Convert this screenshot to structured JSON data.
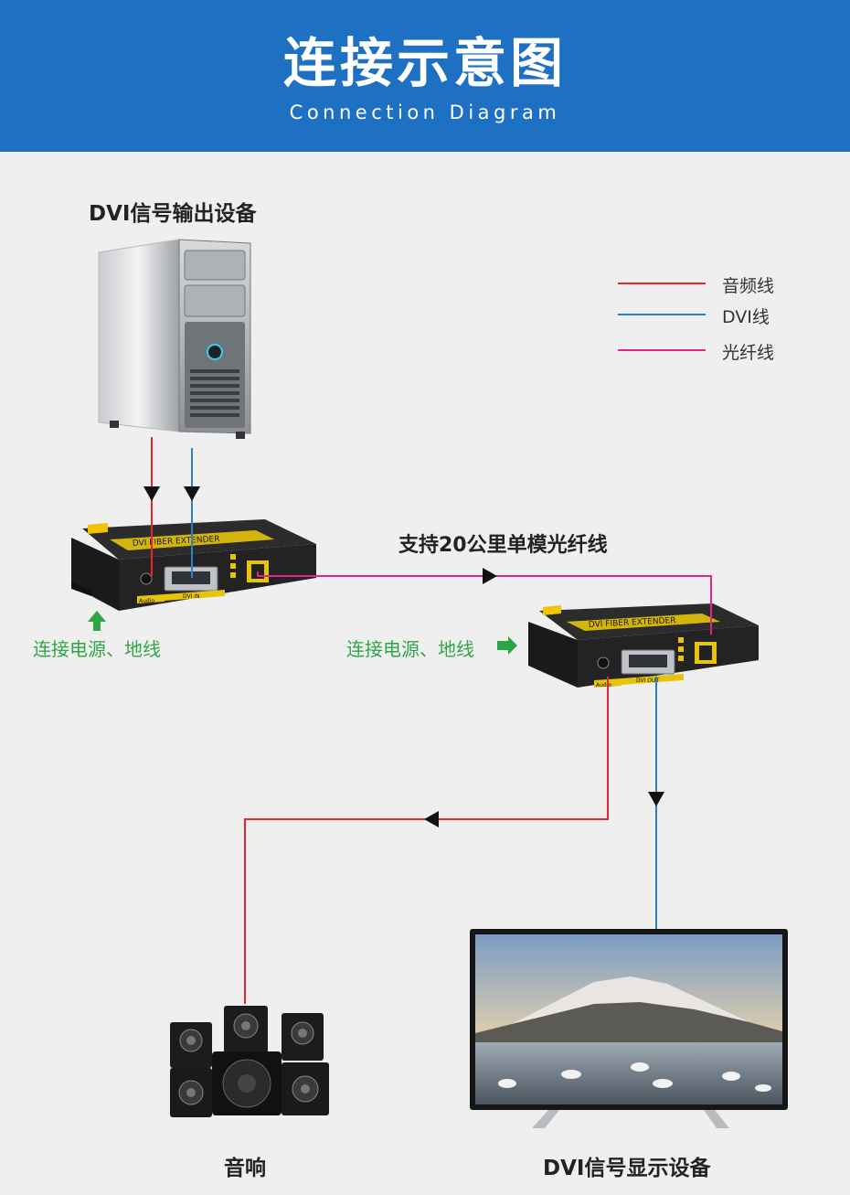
{
  "header": {
    "title": "连接示意图",
    "subtitle": "Connection Diagram"
  },
  "labels": {
    "source_device": "DVI信号输出设备",
    "fiber_support": "支持20公里单模光纤线",
    "power_ground_left": "连接电源、地线",
    "power_ground_right": "连接电源、地线",
    "speaker": "音响",
    "display_device": "DVI信号显示设备"
  },
  "legend": [
    {
      "label": "音频线",
      "color": "#e8242c"
    },
    {
      "label": "DVI线",
      "color": "#2f7fc6"
    },
    {
      "label": "光纤线",
      "color": "#e0258c"
    }
  ],
  "device_marks": {
    "extender_banner": "DVI FIBER EXTENDER",
    "port_audio": "Audio",
    "port_dvi_in": "DVI IN",
    "port_dvi_out": "DVI OUT"
  },
  "colors": {
    "header_bg": "#1e71c2",
    "audio_line": "#e8242c",
    "dvi_line": "#2f7fc6",
    "fiber_line": "#e0258c",
    "note_green": "#2fa646"
  }
}
